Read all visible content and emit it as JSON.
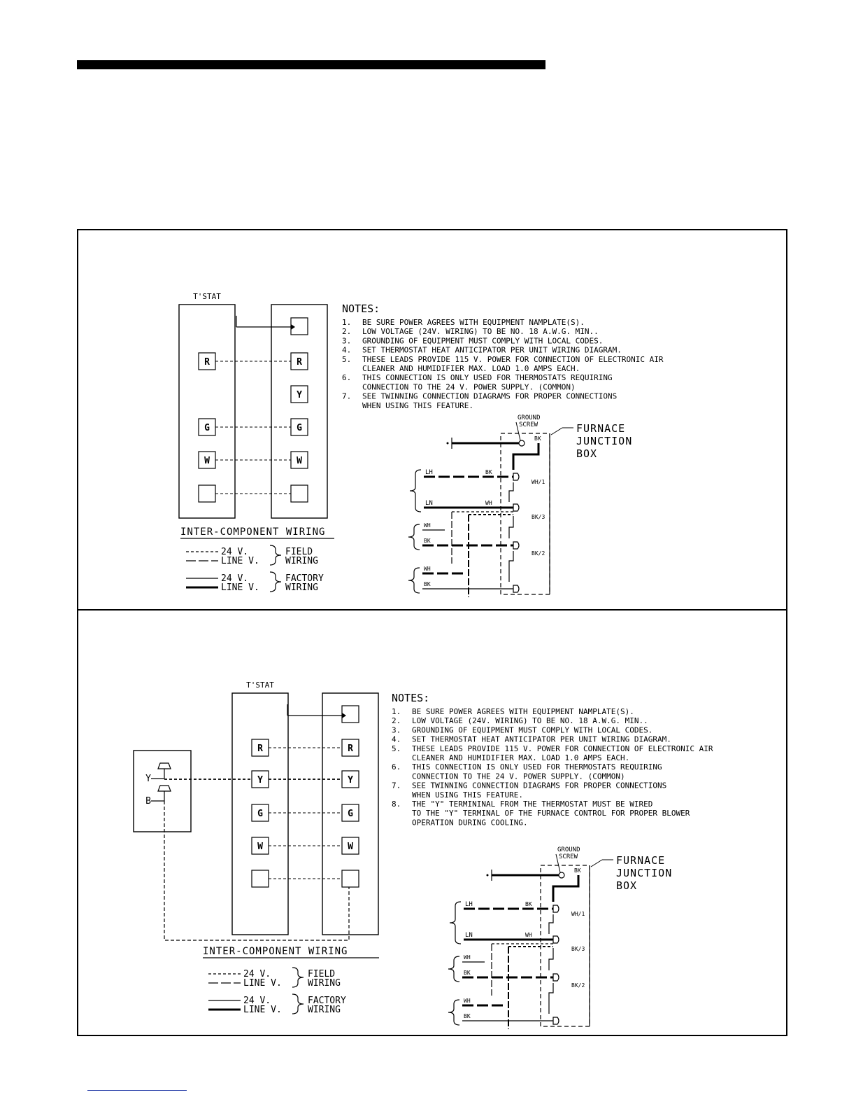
{
  "diagrams": [
    {
      "thermostat_label": "T'STAT",
      "thermostat_terminals": [
        "R",
        "G",
        "W",
        ""
      ],
      "furnace_terminals": [
        "",
        "R",
        "Y",
        "G",
        "W",
        ""
      ],
      "section_label": "INTER-COMPONENT WIRING",
      "legend": {
        "v24": "24 V.",
        "line_v": "LINE V.",
        "field": [
          "FIELD",
          "WIRING"
        ],
        "factory": [
          "FACTORY",
          "WIRING"
        ]
      },
      "notes_title": "NOTES:",
      "notes": [
        {
          "num": "1.",
          "lines": [
            "BE SURE POWER AGREES WITH EQUIPMENT NAMPLATE(S)."
          ]
        },
        {
          "num": "2.",
          "lines": [
            "LOW VOLTAGE (24V. WIRING) TO BE NO. 18 A.W.G. MIN.."
          ]
        },
        {
          "num": "3.",
          "lines": [
            "GROUNDING OF EQUIPMENT MUST COMPLY WITH LOCAL CODES."
          ]
        },
        {
          "num": "4.",
          "lines": [
            "SET THERMOSTAT HEAT ANTICIPATOR PER UNIT WIRING DIAGRAM."
          ]
        },
        {
          "num": "5.",
          "lines": [
            "THESE LEADS PROVIDE 115 V. POWER FOR CONNECTION OF ELECTRONIC AIR",
            "CLEANER AND HUMIDIFIER MAX. LOAD 1.0 AMPS EACH."
          ]
        },
        {
          "num": "6.",
          "lines": [
            "THIS CONNECTION IS ONLY USED FOR THERMOSTATS REQUIRING",
            "CONNECTION TO THE 24 V. POWER SUPPLY. (COMMON)"
          ]
        },
        {
          "num": "7.",
          "lines": [
            "SEE TWINNING CONNECTION DIAGRAMS FOR PROPER CONNECTIONS",
            "WHEN USING THIS FEATURE."
          ]
        }
      ],
      "junction": {
        "ground_screw": [
          "GROUND",
          "SCREW"
        ],
        "title": [
          "FURNACE",
          "JUNCTION",
          "BOX"
        ],
        "bk": "BK",
        "lh": "LH",
        "ln": "LN",
        "wh": "WH",
        "wh1": "WH/1",
        "bk3": "BK/3",
        "bk2": "BK/2"
      }
    },
    {
      "thermostat_label": "T'STAT",
      "thermostat_terminals": [
        "R",
        "Y",
        "G",
        "W",
        ""
      ],
      "furnace_terminals": [
        "",
        "R",
        "Y",
        "G",
        "W",
        ""
      ],
      "ac_terminals": [
        "Y",
        "B"
      ],
      "section_label": "INTER-COMPONENT WIRING",
      "legend": {
        "v24": "24 V.",
        "line_v": "LINE V.",
        "field": [
          "FIELD",
          "WIRING"
        ],
        "factory": [
          "FACTORY",
          "WIRING"
        ]
      },
      "notes_title": "NOTES:",
      "notes": [
        {
          "num": "1.",
          "lines": [
            "BE SURE POWER AGREES WITH EQUIPMENT NAMPLATE(S)."
          ]
        },
        {
          "num": "2.",
          "lines": [
            "LOW VOLTAGE (24V. WIRING) TO BE NO. 18 A.W.G. MIN.."
          ]
        },
        {
          "num": "3.",
          "lines": [
            "GROUNDING OF EQUIPMENT MUST COMPLY WITH LOCAL CODES."
          ]
        },
        {
          "num": "4.",
          "lines": [
            "SET THERMOSTAT HEAT ANTICIPATOR PER UNIT WIRING DIAGRAM."
          ]
        },
        {
          "num": "5.",
          "lines": [
            "THESE LEADS PROVIDE 115 V. POWER FOR CONNECTION OF ELECTRONIC AIR",
            "CLEANER AND HUMIDIFIER MAX. LOAD 1.0 AMPS EACH."
          ]
        },
        {
          "num": "6.",
          "lines": [
            "THIS CONNECTION IS ONLY USED FOR THERMOSTATS REQUIRING",
            "CONNECTION TO THE 24 V. POWER SUPPLY. (COMMON)"
          ]
        },
        {
          "num": "7.",
          "lines": [
            "SEE TWINNING CONNECTION DIAGRAMS FOR PROPER CONNECTIONS",
            "WHEN USING THIS FEATURE."
          ]
        },
        {
          "num": "8.",
          "lines": [
            "THE \"Y\" TERMININAL FROM THE THERMOSTAT MUST BE WIRED",
            "TO THE \"Y\" TERMINAL OF THE FURNACE CONTROL FOR PROPER BLOWER",
            "OPERATION DURING COOLING."
          ]
        }
      ],
      "junction": {
        "ground_screw": [
          "GROUND",
          "SCREW"
        ],
        "title": [
          "FURNACE",
          "JUNCTION",
          "BOX"
        ],
        "bk": "BK",
        "lh": "LH",
        "ln": "LN",
        "wh": "WH",
        "wh1": "WH/1",
        "bk3": "BK/3",
        "bk2": "BK/2"
      }
    }
  ]
}
